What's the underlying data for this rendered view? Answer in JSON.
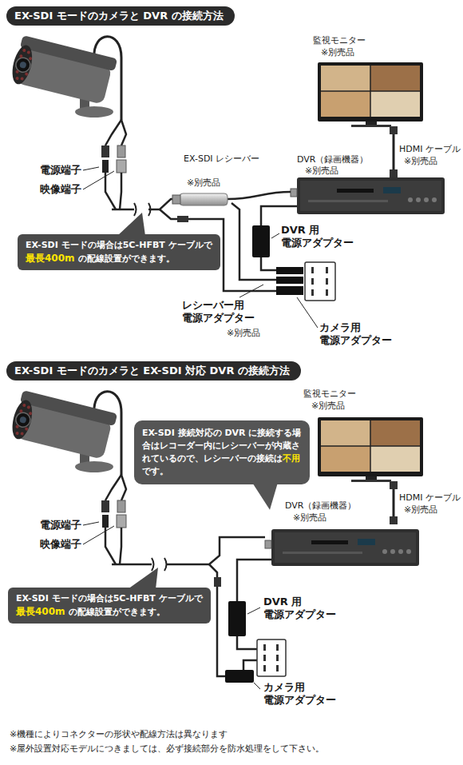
{
  "diagram": {
    "nodes": [
      {
        "text": [
          "EX-SDI モードのカメラと DVR の接続方法"
        ]
      },
      {
        "text": [
          "EX-SDI モードの場合は5C-HFBT ケーブルで",
          "最長400m",
          "の配線設置ができます。"
        ]
      },
      {
        "text": [
          "EX-SDI モードのカメラと EX-SDI 対応 DVR の接続方法"
        ]
      },
      {
        "text": [
          "EX-SDI 接続対応の DVR に接続する場合はレコーダー内にレシーバーが内蔵されているので、レシーバーの接続は",
          "不用",
          "です。"
        ]
      },
      {
        "text": [
          "EX-SDI モードの場合は5C-HFBT ケーブルで",
          "最長400m",
          "の配線設置ができます。"
        ]
      }
    ],
    "labels": [
      "監視モニター",
      "※別売品",
      "EX-SDI レシーバー",
      "※別売品",
      "DVR（録画機器）",
      "※別売品",
      "HDMI ケーブル",
      "※別売品",
      "電源端子",
      "映像端子",
      "DVR 用 電源アダプター",
      "レシーバー用 電源アダプター",
      "※別売品",
      "カメラ用 電源アダプター",
      "監視モニター",
      "※別売品",
      "HDMI ケーブル",
      "※別売品",
      "DVR（録画機器）",
      "※別売品",
      "電源端子",
      "映像端子",
      "DVR 用 電源アダプター",
      "カメラ用 電源アダプター",
      "※機種によりコネクターの形状や配線方法は異なります",
      "※屋外設置対応モデルにつきましては、必ず接続部分を防水処理をして下さい。"
    ]
  }
}
